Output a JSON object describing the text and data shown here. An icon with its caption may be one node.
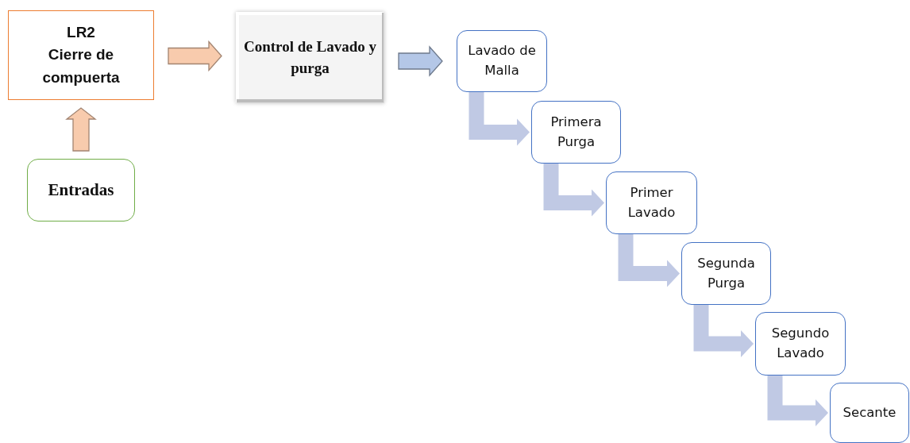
{
  "diagram": {
    "nodes": [
      {
        "text": [
          "LR2",
          "Cierre de compuerta"
        ]
      },
      {
        "text": [
          "Control de Lavado y purga"
        ]
      },
      {
        "text": [
          "Entradas"
        ]
      },
      {
        "text": [
          "Lavado de Malla"
        ]
      },
      {
        "text": [
          "Primera Purga"
        ]
      },
      {
        "text": [
          "Primer Lavado"
        ]
      },
      {
        "text": [
          "Segunda Purga"
        ]
      },
      {
        "text": [
          "Segundo Lavado"
        ]
      },
      {
        "text": [
          "Secante"
        ]
      }
    ],
    "edges": [
      {
        "from": 0,
        "to": 1,
        "arrow": "to",
        "color": "#f8cbad"
      },
      {
        "from": 2,
        "to": 0,
        "arrow": "to",
        "color": "#f8cbad"
      },
      {
        "from": 1,
        "to": 3,
        "arrow": "to",
        "color": "#b4c7e7"
      },
      {
        "from": 3,
        "to": 4,
        "arrow": "to"
      },
      {
        "from": 4,
        "to": 5,
        "arrow": "to"
      },
      {
        "from": 5,
        "to": 6,
        "arrow": "to"
      },
      {
        "from": 6,
        "to": 7,
        "arrow": "to"
      },
      {
        "from": 7,
        "to": 8,
        "arrow": "to"
      }
    ]
  }
}
